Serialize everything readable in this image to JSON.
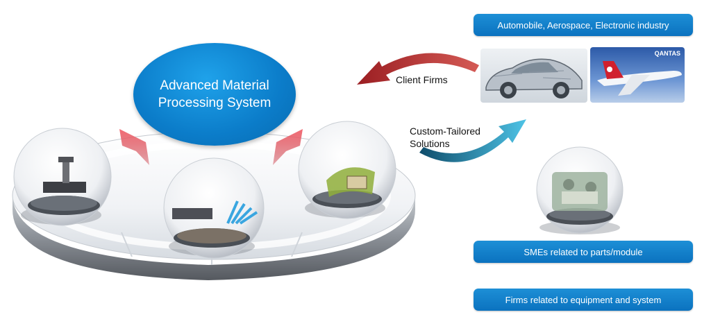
{
  "center": {
    "line1": "Advanced Material",
    "line2": "Processing System"
  },
  "arrows": {
    "client_firms": "Client Firms",
    "custom_line1": "Custom-Tailored",
    "custom_line2": "Solutions"
  },
  "labels": {
    "industries": "Automobile, Aerospace, Electronic industry",
    "smes": "SMEs related to parts/module",
    "firms": "Firms related to equipment and system"
  },
  "photos": {
    "airplane_caption": "QANTAS"
  },
  "colors": {
    "label_blue": "#0b72bf",
    "center_blue": "#0b7cc9",
    "red_arrow": "#a5262a",
    "teal_arrow": "#1e9fc4",
    "pink_chevron": "#e24a55"
  },
  "icons": {
    "red_curved_arrow": "arrow-curved-left-icon",
    "teal_curved_arrow": "arrow-curved-right-icon",
    "chevrons": "chevron-up-icon"
  }
}
